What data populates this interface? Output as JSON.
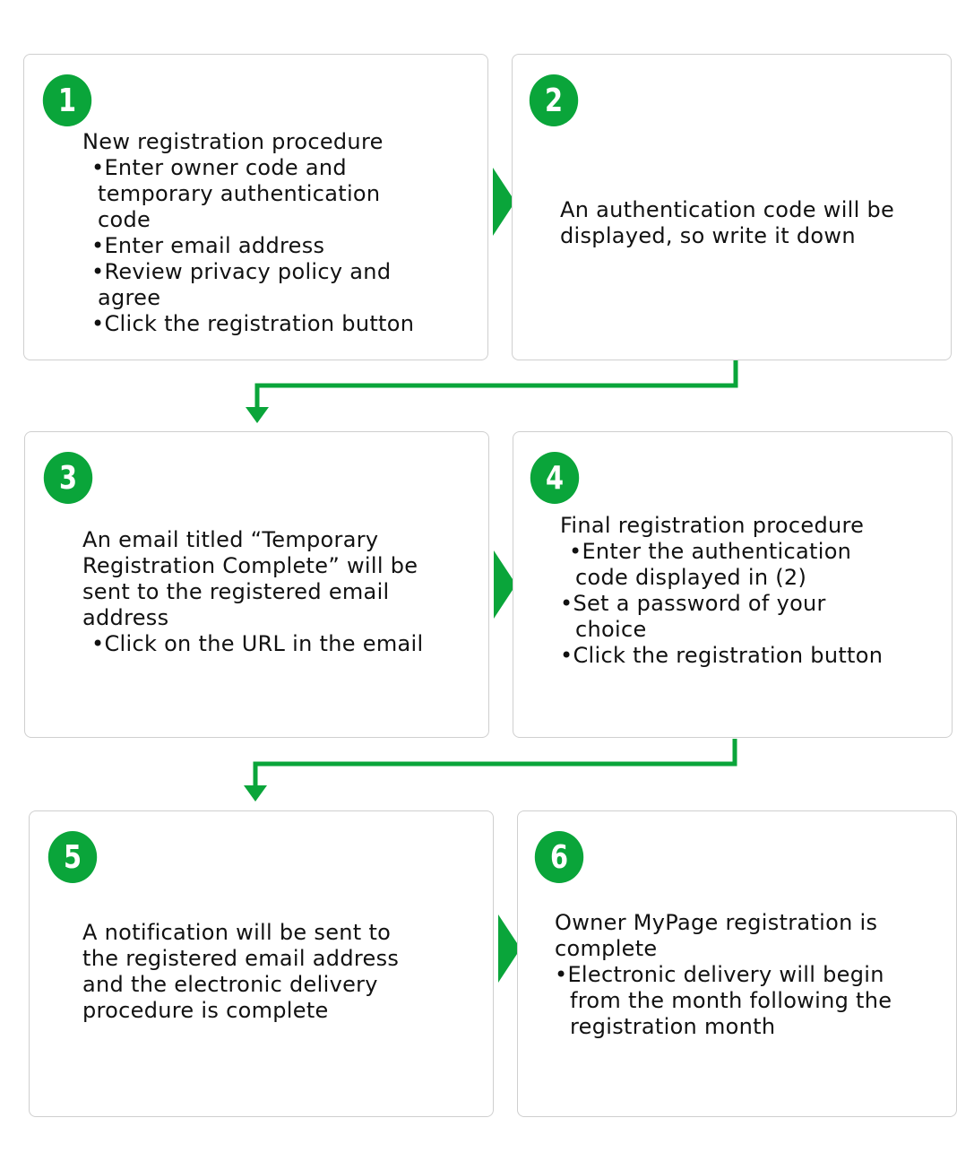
{
  "accent_color": "#0aa53a",
  "steps": [
    {
      "number": "1",
      "lines": [
        "New registration procedure",
        "•Enter owner code and",
        "temporary authentication",
        "code",
        "•Enter email address",
        "•Review privacy policy and",
        "agree",
        "•Click the registration button"
      ]
    },
    {
      "number": "2",
      "lines": [
        "An authentication code will be",
        "displayed, so write it down"
      ]
    },
    {
      "number": "3",
      "lines": [
        "An email titled “Temporary",
        "Registration Complete” will be",
        "sent to the registered email",
        "address",
        "•Click on the URL in the email"
      ]
    },
    {
      "number": "4",
      "lines": [
        "Final registration procedure",
        "•Enter the authentication",
        "code displayed in (2)",
        "•Set a password of your",
        "choice",
        "•Click the registration button"
      ]
    },
    {
      "number": "5",
      "lines": [
        "A notification will be sent to",
        "the registered email address",
        "and the electronic delivery",
        "procedure is complete"
      ]
    },
    {
      "number": "6",
      "lines": [
        "Owner MyPage registration is",
        "complete",
        "•Electronic delivery will begin",
        "from the month following the",
        "registration month"
      ]
    }
  ]
}
